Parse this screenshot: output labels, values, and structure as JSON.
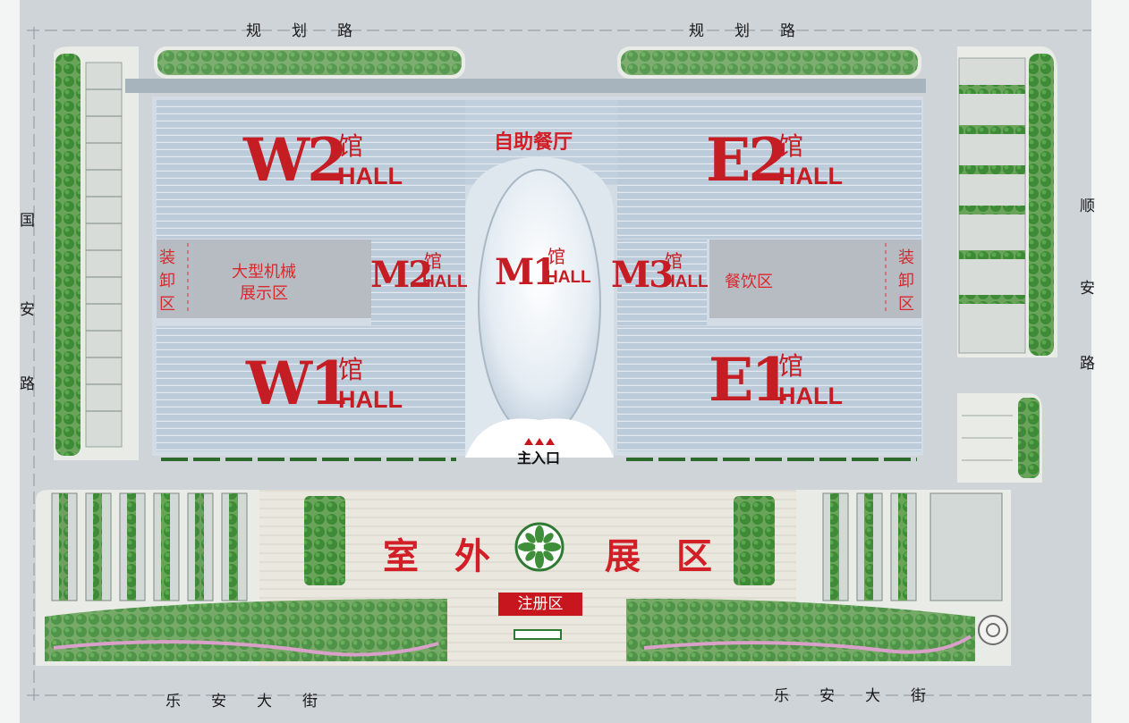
{
  "roads": {
    "north_left": "规　　划　　路",
    "north_right": "规　　划　　路",
    "west": [
      "国",
      "安",
      "路"
    ],
    "east": [
      "顺",
      "安",
      "路"
    ],
    "south_left": "乐　　安　　大　　街",
    "south_right": "乐　　安　　大　　街"
  },
  "halls": {
    "w2": {
      "code": "W2",
      "guan": "馆",
      "hall": "HALL"
    },
    "e2": {
      "code": "E2",
      "guan": "馆",
      "hall": "HALL"
    },
    "w1": {
      "code": "W1",
      "guan": "馆",
      "hall": "HALL"
    },
    "e1": {
      "code": "E1",
      "guan": "馆",
      "hall": "HALL"
    },
    "m1": {
      "code": "M1",
      "guan": "馆",
      "hall": "HALL"
    },
    "m2": {
      "code": "M2",
      "guan": "馆",
      "hall": "HALL"
    },
    "m3": {
      "code": "M3",
      "guan": "馆",
      "hall": "HALL"
    }
  },
  "zones": {
    "buffet": "自助餐厅",
    "machinery_line1": "大型机械",
    "machinery_line2": "展示区",
    "loading_west": [
      "装",
      "卸",
      "区"
    ],
    "loading_east": [
      "装",
      "卸",
      "区"
    ],
    "dining": "餐饮区",
    "outdoor_left": "室　外",
    "outdoor_right": "展　区",
    "registration": "注册区",
    "main_entrance": "主入口"
  },
  "colors": {
    "label_red": "#c51d24",
    "hall_roof": "#b9c9d8",
    "greenery": "#3f8f3a",
    "pavement": "#e6e2d8",
    "road": "#cfd4d8"
  }
}
